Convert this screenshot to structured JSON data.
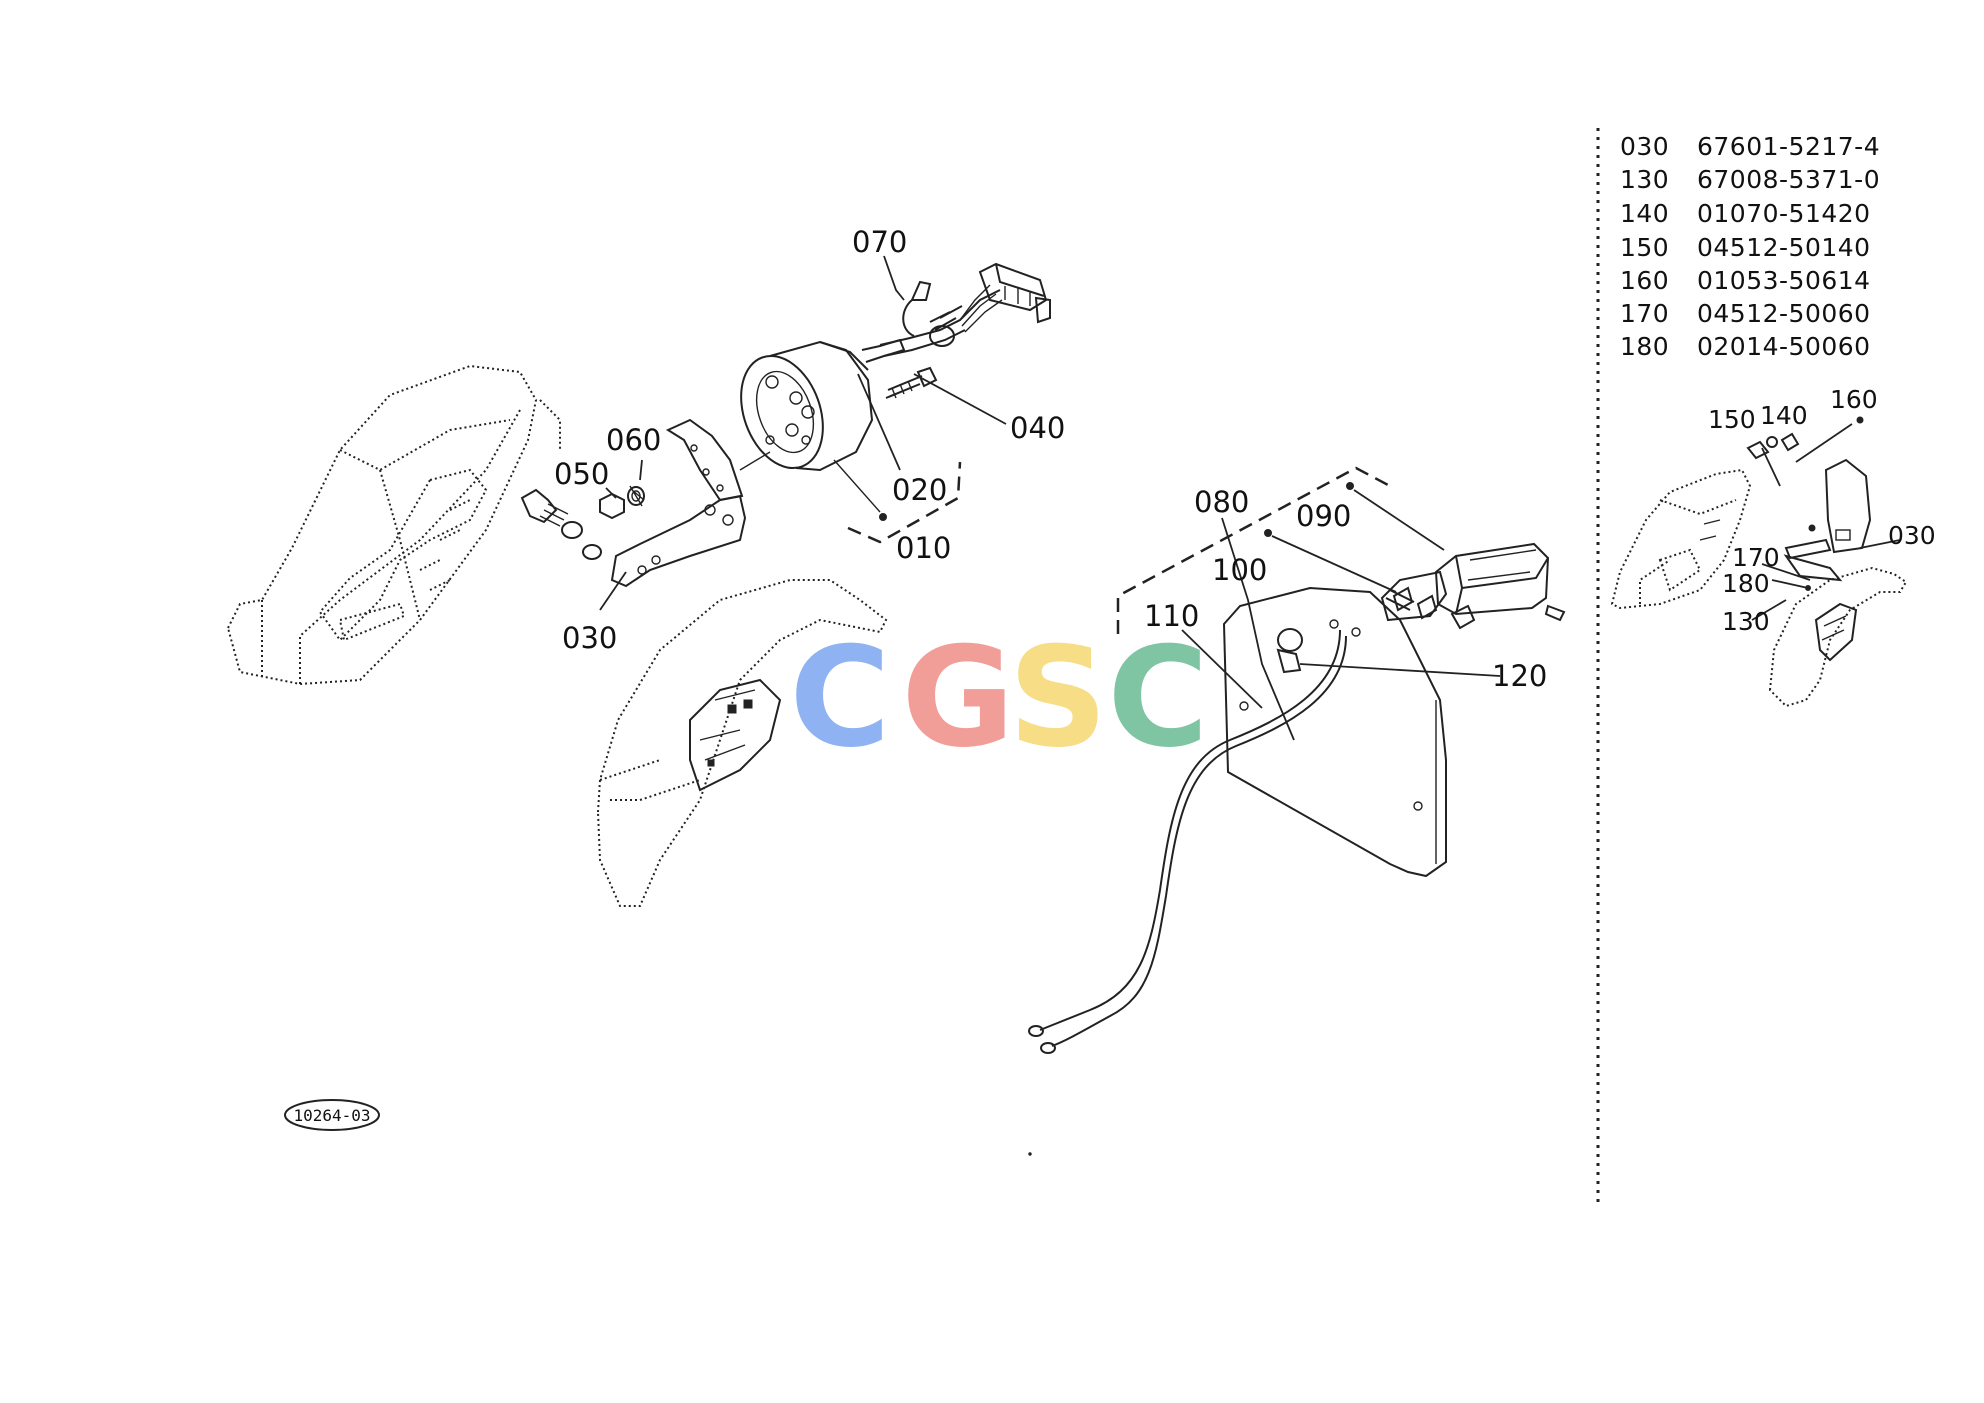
{
  "watermark": {
    "letters": [
      "C",
      "G",
      "S",
      "C"
    ],
    "colors": [
      "#8fb3f2",
      "#f19e99",
      "#f6dd86",
      "#7fc4a3"
    ]
  },
  "drawing_id": "10264-03",
  "callouts": {
    "c010": "010",
    "c020": "020",
    "c030": "030",
    "c040": "040",
    "c050": "050",
    "c060": "060",
    "c070": "070",
    "c080": "080",
    "c090": "090",
    "c100": "100",
    "c110": "110",
    "c120": "120"
  },
  "inset_callouts": {
    "c030": "030",
    "c130": "130",
    "c140": "140",
    "c150": "150",
    "c160": "160",
    "c170": "170",
    "c180": "180"
  },
  "parts_list": [
    {
      "ref": "030",
      "part_no": "67601-5217-4"
    },
    {
      "ref": "130",
      "part_no": "67008-5371-0"
    },
    {
      "ref": "140",
      "part_no": "01070-51420"
    },
    {
      "ref": "150",
      "part_no": "04512-50140"
    },
    {
      "ref": "160",
      "part_no": "01053-50614"
    },
    {
      "ref": "170",
      "part_no": "04512-50060"
    },
    {
      "ref": "180",
      "part_no": "02014-50060"
    }
  ]
}
